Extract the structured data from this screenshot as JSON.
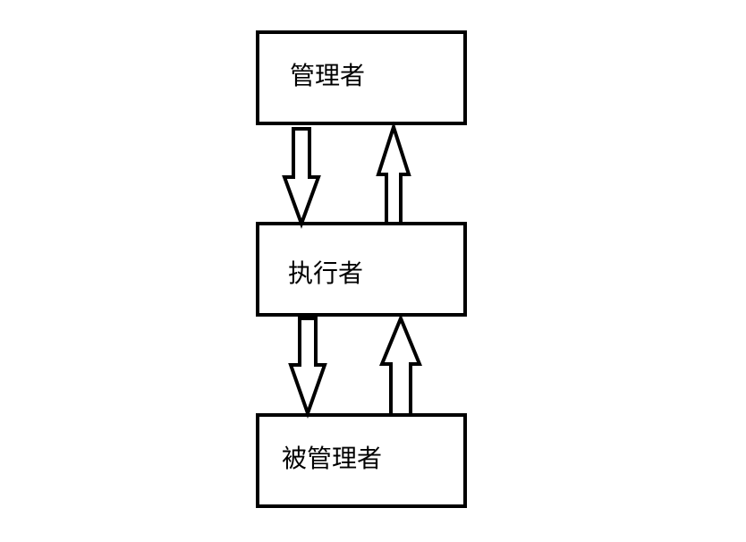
{
  "diagram": {
    "nodes": [
      {
        "id": "manager",
        "label": "管理者"
      },
      {
        "id": "executor",
        "label": "执行者"
      },
      {
        "id": "managed",
        "label": "被管理者"
      }
    ],
    "edges": [
      {
        "from": "manager",
        "to": "executor",
        "direction": "down"
      },
      {
        "from": "executor",
        "to": "manager",
        "direction": "up"
      },
      {
        "from": "executor",
        "to": "managed",
        "direction": "down"
      },
      {
        "from": "managed",
        "to": "executor",
        "direction": "up"
      }
    ],
    "colors": {
      "stroke": "#000000",
      "fill": "#ffffff"
    }
  }
}
